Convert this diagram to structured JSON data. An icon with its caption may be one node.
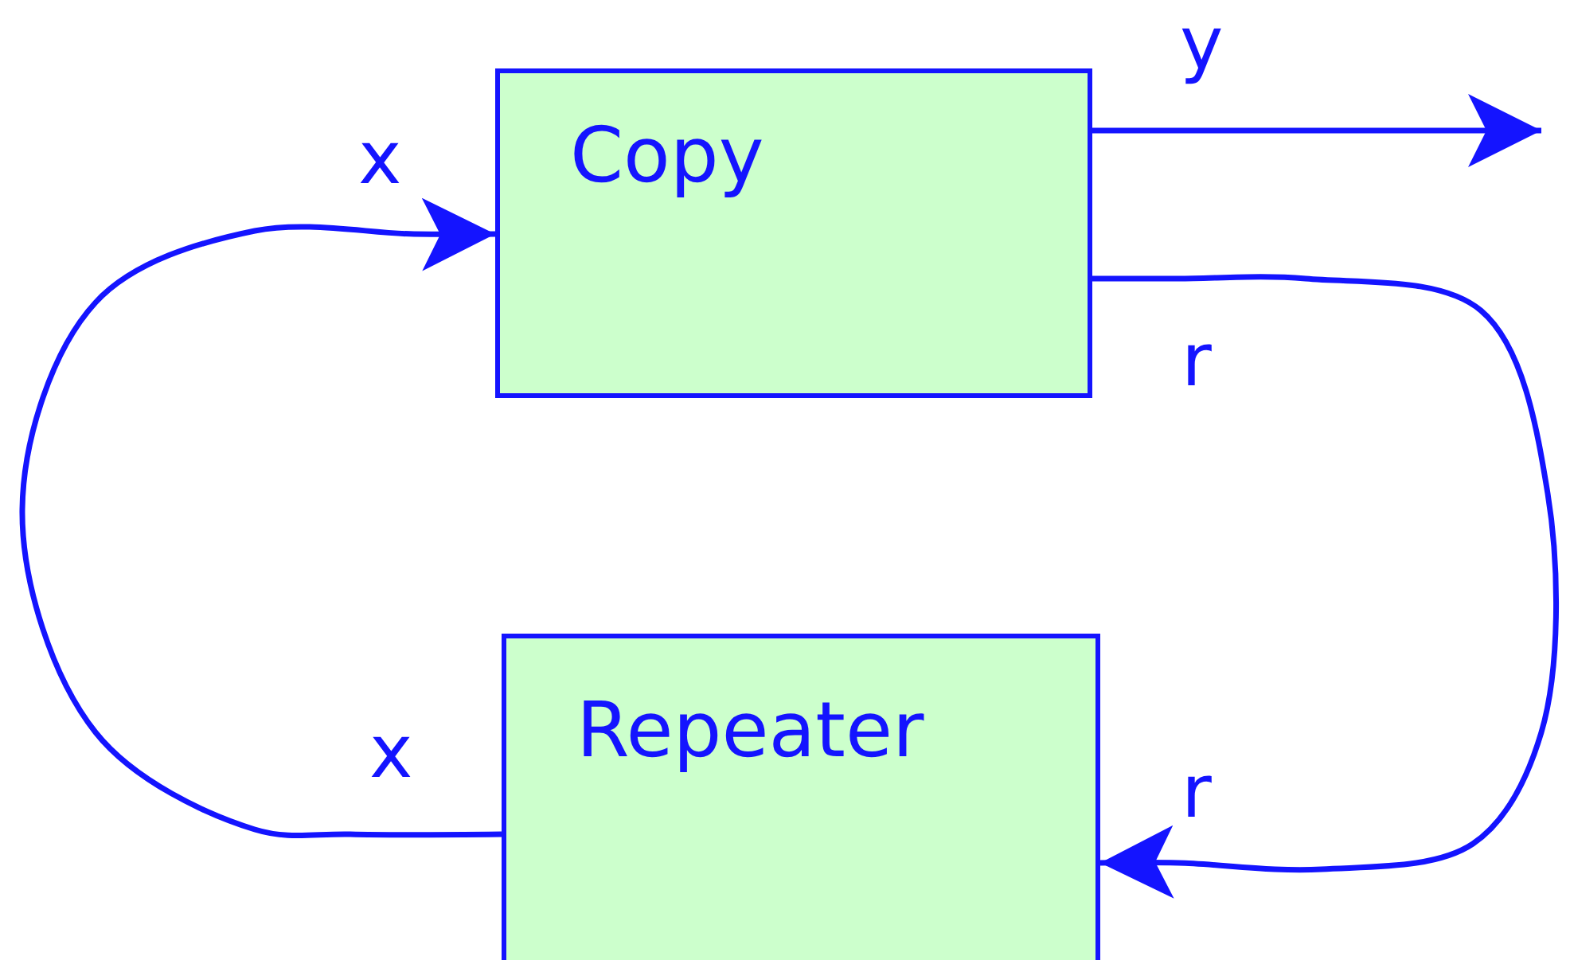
{
  "diagram": {
    "nodes": [
      {
        "text": [
          "Copy"
        ]
      },
      {
        "text": [
          "Repeater"
        ]
      }
    ],
    "edges": [
      {
        "from": 1,
        "to": 0,
        "arrow": "to"
      },
      {
        "from": 0,
        "to": null,
        "arrow": "to"
      },
      {
        "from": 0,
        "to": 1,
        "arrow": "to"
      }
    ],
    "labels": [
      "y",
      "x",
      "r",
      "x",
      "r"
    ]
  }
}
